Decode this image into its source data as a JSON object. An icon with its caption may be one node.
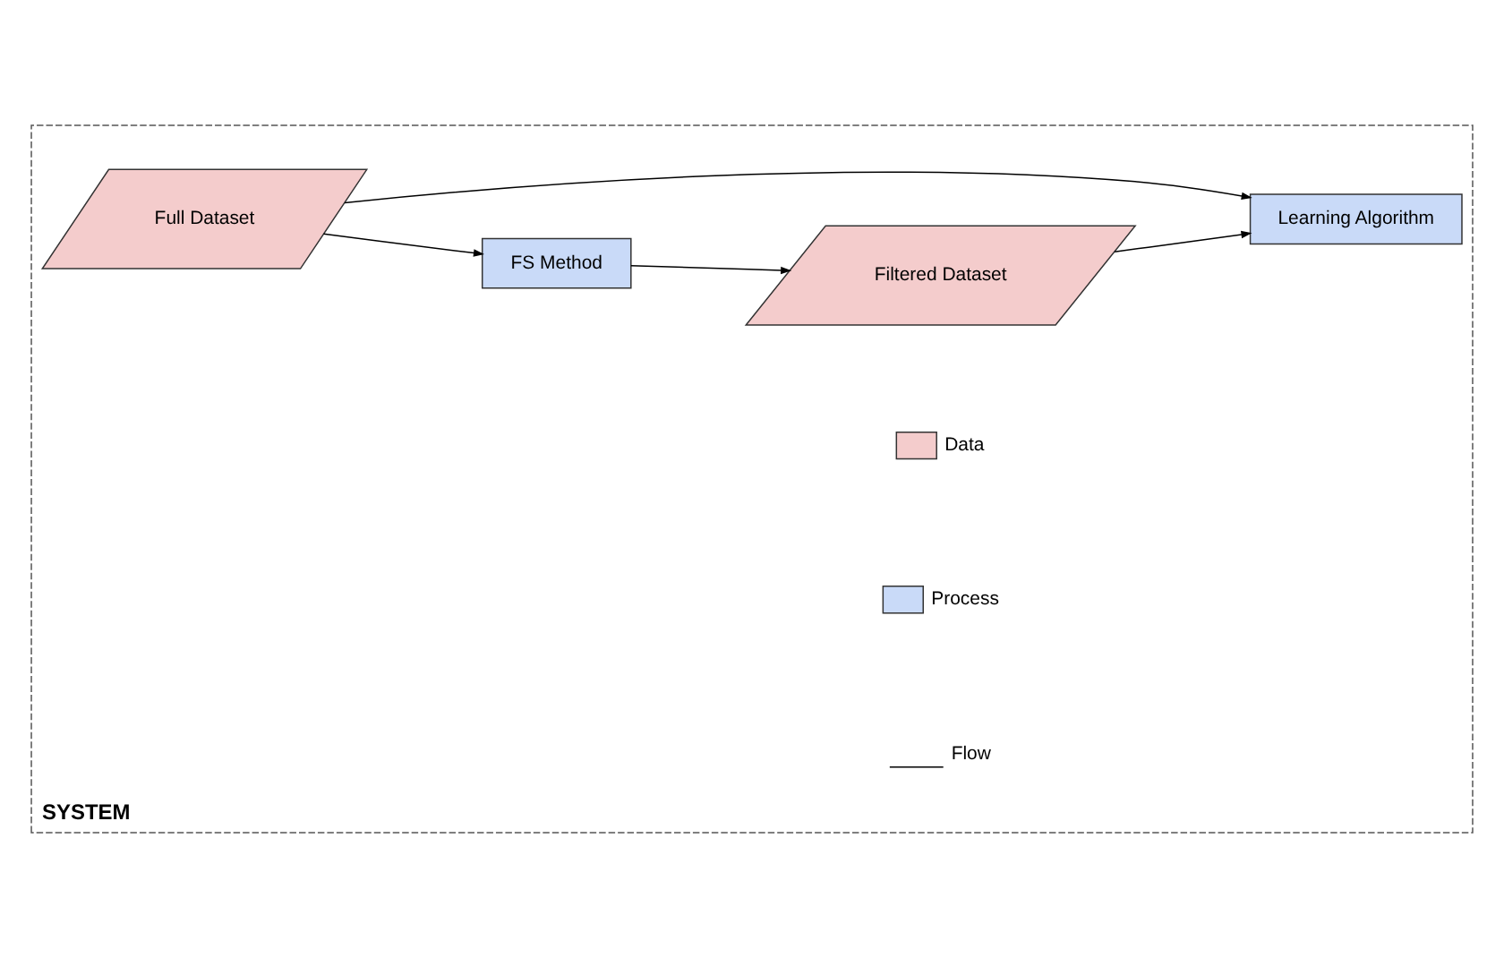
{
  "diagram": {
    "nodes": [
      {
        "text": [
          "SYSTEM"
        ]
      },
      {
        "text": [
          "FS Method"
        ],
        "in": 0
      },
      {
        "text": [
          "Full Dataset"
        ],
        "in": 0
      },
      {
        "text": [
          "Filtered Dataset"
        ],
        "in": 0
      },
      {
        "text": [
          "Learning Algorithm"
        ],
        "in": 0
      }
    ],
    "edges": [
      {
        "from": 2,
        "to": 1,
        "arrow": "to"
      },
      {
        "from": 1,
        "to": 3,
        "arrow": "to"
      },
      {
        "from": 3,
        "to": 4,
        "arrow": "to"
      },
      {
        "from": 2,
        "to": 4,
        "arrow": "to"
      }
    ],
    "legend": [
      {
        "text": "Data",
        "color": "#f4cccc"
      },
      {
        "text": "Process",
        "color": "#c9daf8"
      },
      {
        "text": "Flow"
      }
    ]
  }
}
